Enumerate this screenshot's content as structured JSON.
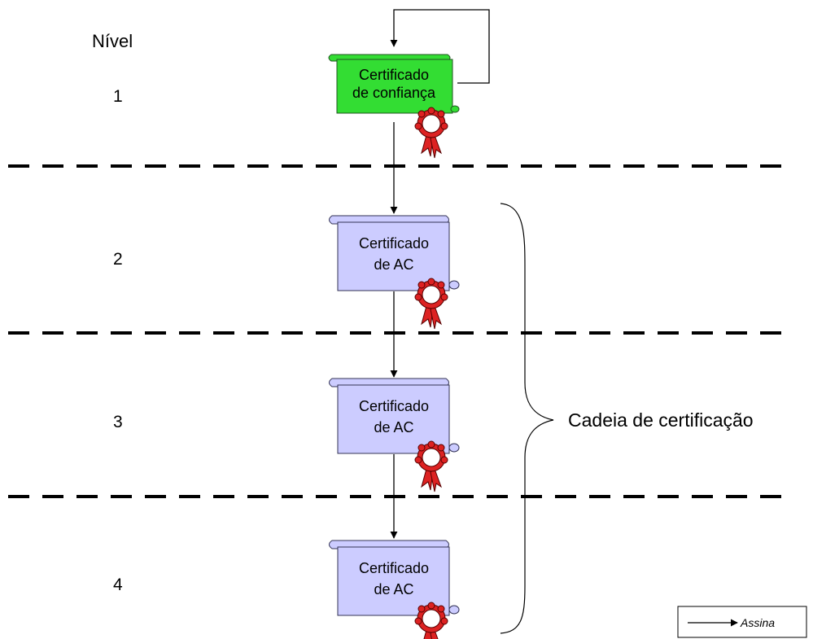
{
  "level_header": "Nível",
  "levels": [
    "1",
    "2",
    "3",
    "4"
  ],
  "root_certificate": {
    "line1": "Certificado",
    "line2": "de confiança",
    "color": "#33dd33"
  },
  "ca_certificates": [
    {
      "line1": "Certificado",
      "line2": "de AC"
    },
    {
      "line1": "Certificado",
      "line2": "de AC"
    },
    {
      "line1": "Certificado",
      "line2": "de AC"
    }
  ],
  "ca_color": "#ccccff",
  "seal_color": "#dd2222",
  "chain_label": "Cadeia de certificação",
  "legend": {
    "label": "Assina"
  }
}
